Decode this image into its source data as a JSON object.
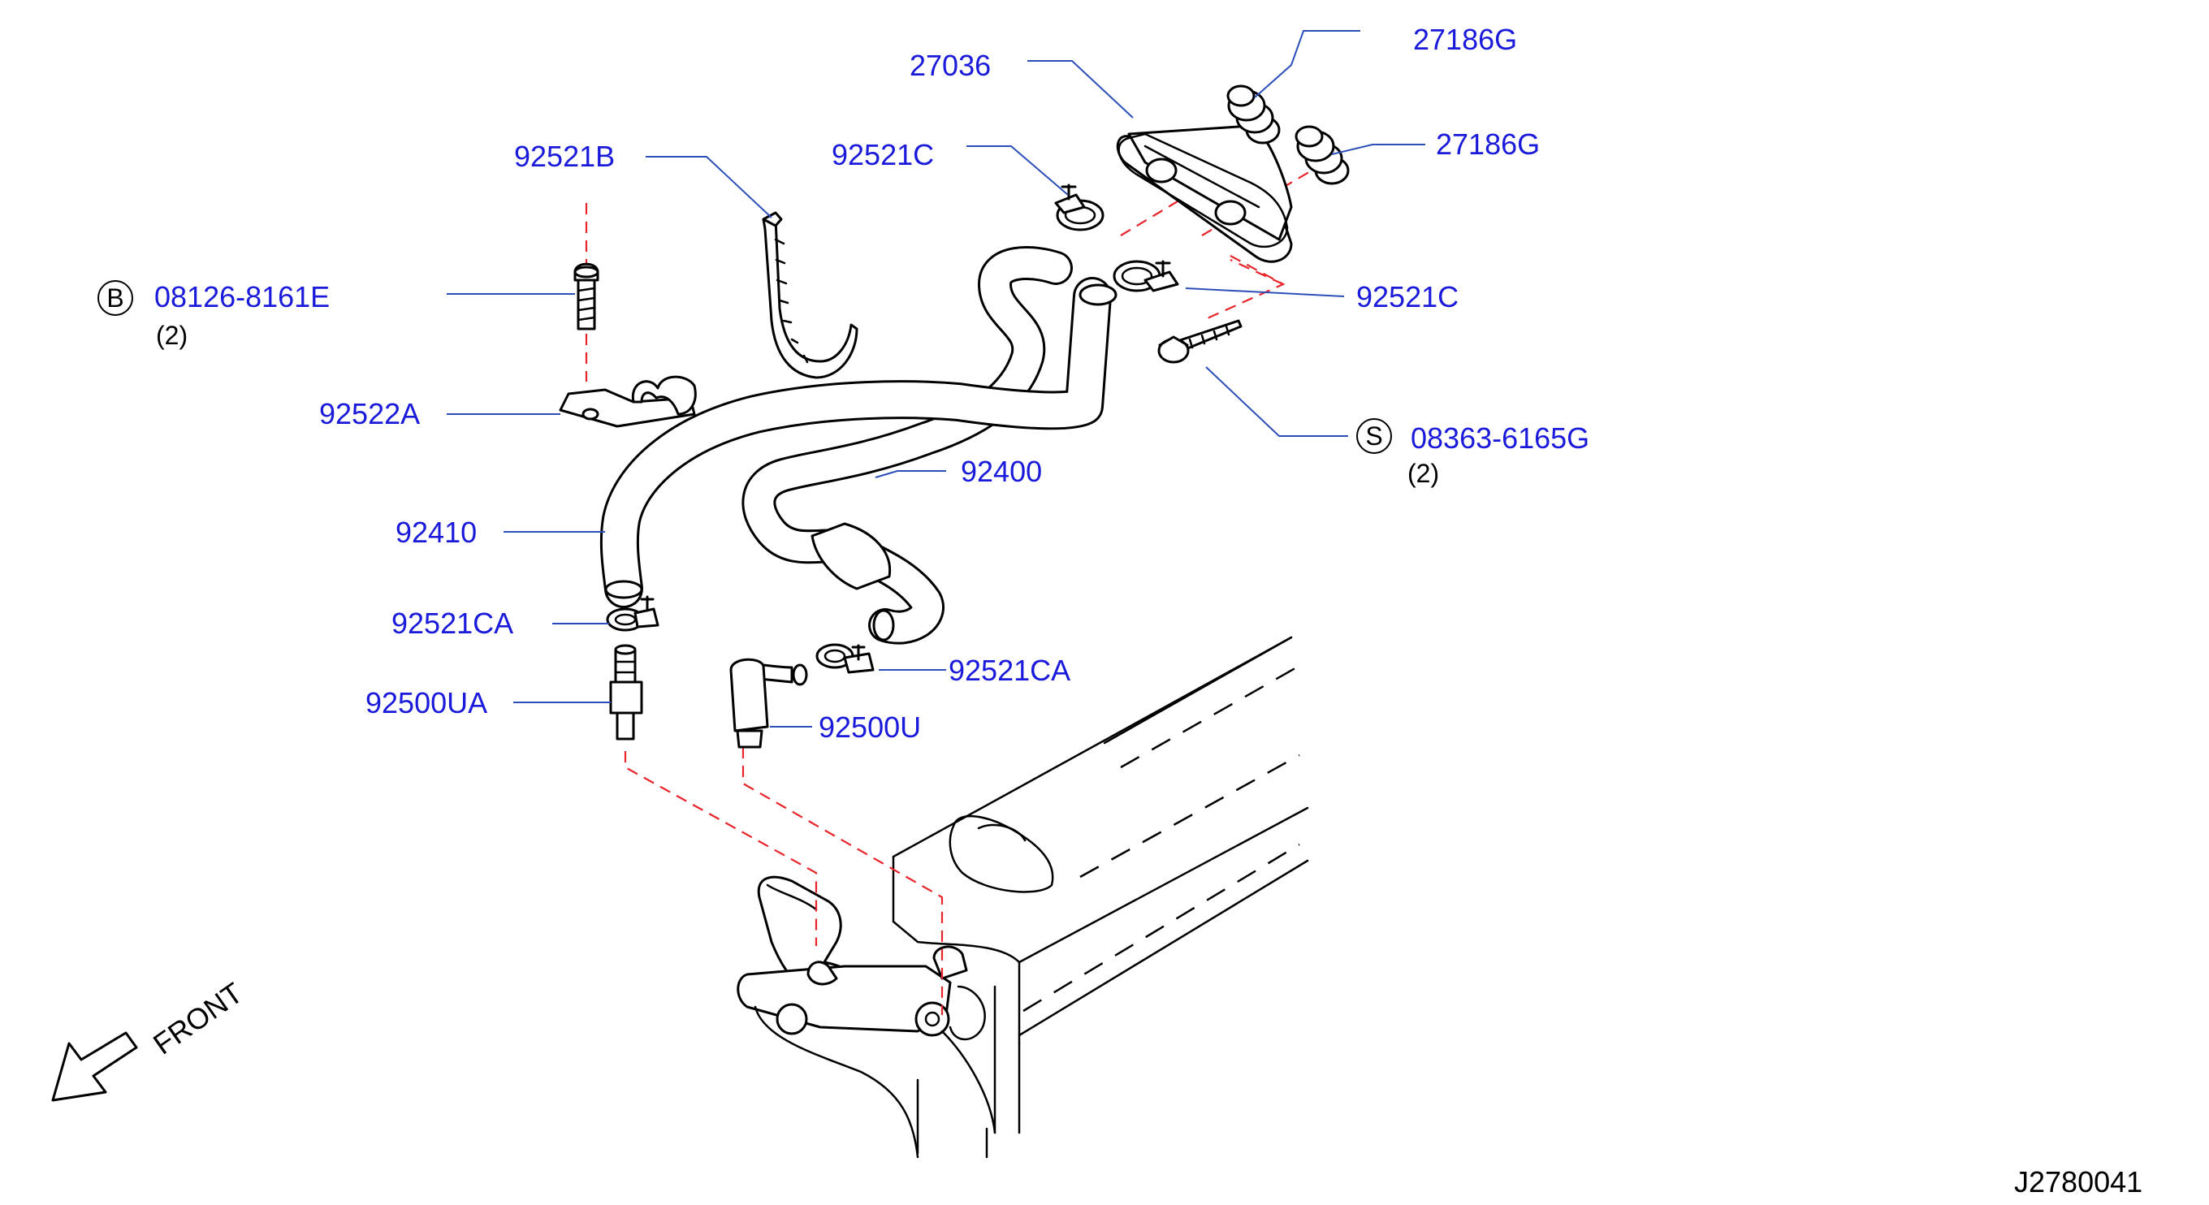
{
  "labels": {
    "p27036": "27036",
    "p27186g_1": "27186G",
    "p27186g_2": "27186G",
    "p92521b": "92521B",
    "p92521c_1": "92521C",
    "p92521c_2": "92521C",
    "p08126": "08126-8161E",
    "p08126_qty": "(2)",
    "p92522a": "92522A",
    "p08363": "08363-6165G",
    "p08363_qty": "(2)",
    "p92400": "92400",
    "p92410": "92410",
    "p92521ca_1": "92521CA",
    "p92521ca_2": "92521CA",
    "p92500ua": "92500UA",
    "p92500u": "92500U"
  },
  "symbols": {
    "bolt": "B",
    "screw": "S"
  },
  "front_label": "FRONT",
  "diagram_code": "J2780041",
  "colors": {
    "label_text": "#1a1adb",
    "leader": "#2b4fb8",
    "dashed_guide": "#e8242a",
    "linework": "#000000"
  }
}
